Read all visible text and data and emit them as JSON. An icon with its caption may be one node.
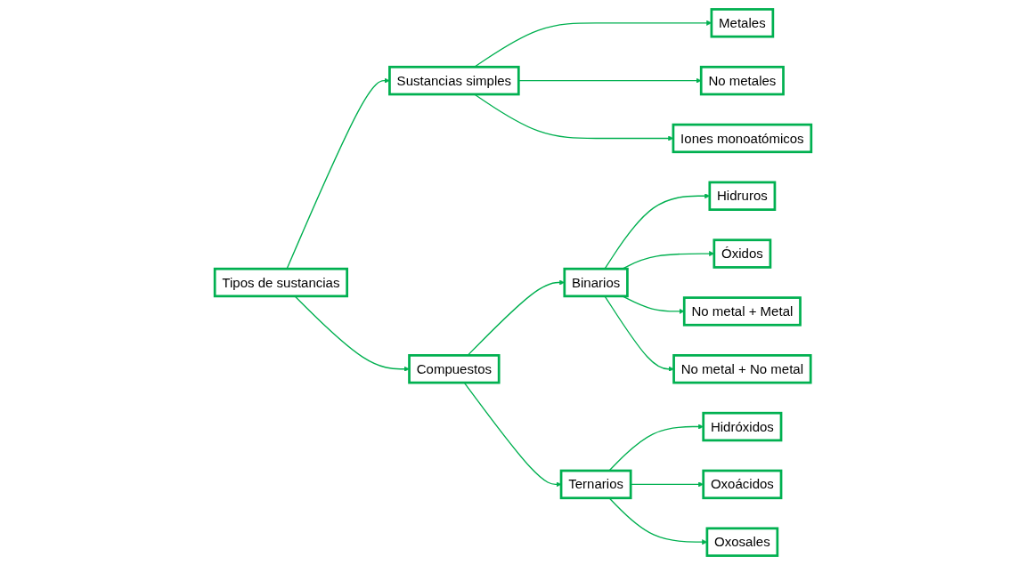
{
  "diagram": {
    "nodes": [
      {
        "text": [
          "Tipos de sustancias"
        ]
      },
      {
        "text": [
          "Sustancias simples"
        ]
      },
      {
        "text": [
          "Metales"
        ]
      },
      {
        "text": [
          "No metales"
        ]
      },
      {
        "text": [
          "Iones monoatómicos"
        ]
      },
      {
        "text": [
          "Compuestos"
        ]
      },
      {
        "text": [
          "Binarios"
        ]
      },
      {
        "text": [
          "Hidruros"
        ]
      },
      {
        "text": [
          "Óxidos"
        ]
      },
      {
        "text": [
          "No metal + Metal"
        ]
      },
      {
        "text": [
          "No metal + No metal"
        ]
      },
      {
        "text": [
          "Ternarios"
        ]
      },
      {
        "text": [
          "Hidróxidos"
        ]
      },
      {
        "text": [
          "Oxoácidos"
        ]
      },
      {
        "text": [
          "Oxosales"
        ]
      }
    ],
    "edges": [
      {
        "from": 0,
        "to": 1,
        "arrow": "to"
      },
      {
        "from": 1,
        "to": 2,
        "arrow": "to"
      },
      {
        "from": 1,
        "to": 3,
        "arrow": "to"
      },
      {
        "from": 1,
        "to": 4,
        "arrow": "to"
      },
      {
        "from": 0,
        "to": 5,
        "arrow": "to"
      },
      {
        "from": 5,
        "to": 6,
        "arrow": "to"
      },
      {
        "from": 6,
        "to": 7,
        "arrow": "to"
      },
      {
        "from": 6,
        "to": 8,
        "arrow": "to"
      },
      {
        "from": 6,
        "to": 9,
        "arrow": "to"
      },
      {
        "from": 6,
        "to": 10,
        "arrow": "to"
      },
      {
        "from": 5,
        "to": 11,
        "arrow": "to"
      },
      {
        "from": 11,
        "to": 12,
        "arrow": "to"
      },
      {
        "from": 11,
        "to": 13,
        "arrow": "to"
      },
      {
        "from": 11,
        "to": 14,
        "arrow": "to"
      }
    ]
  }
}
